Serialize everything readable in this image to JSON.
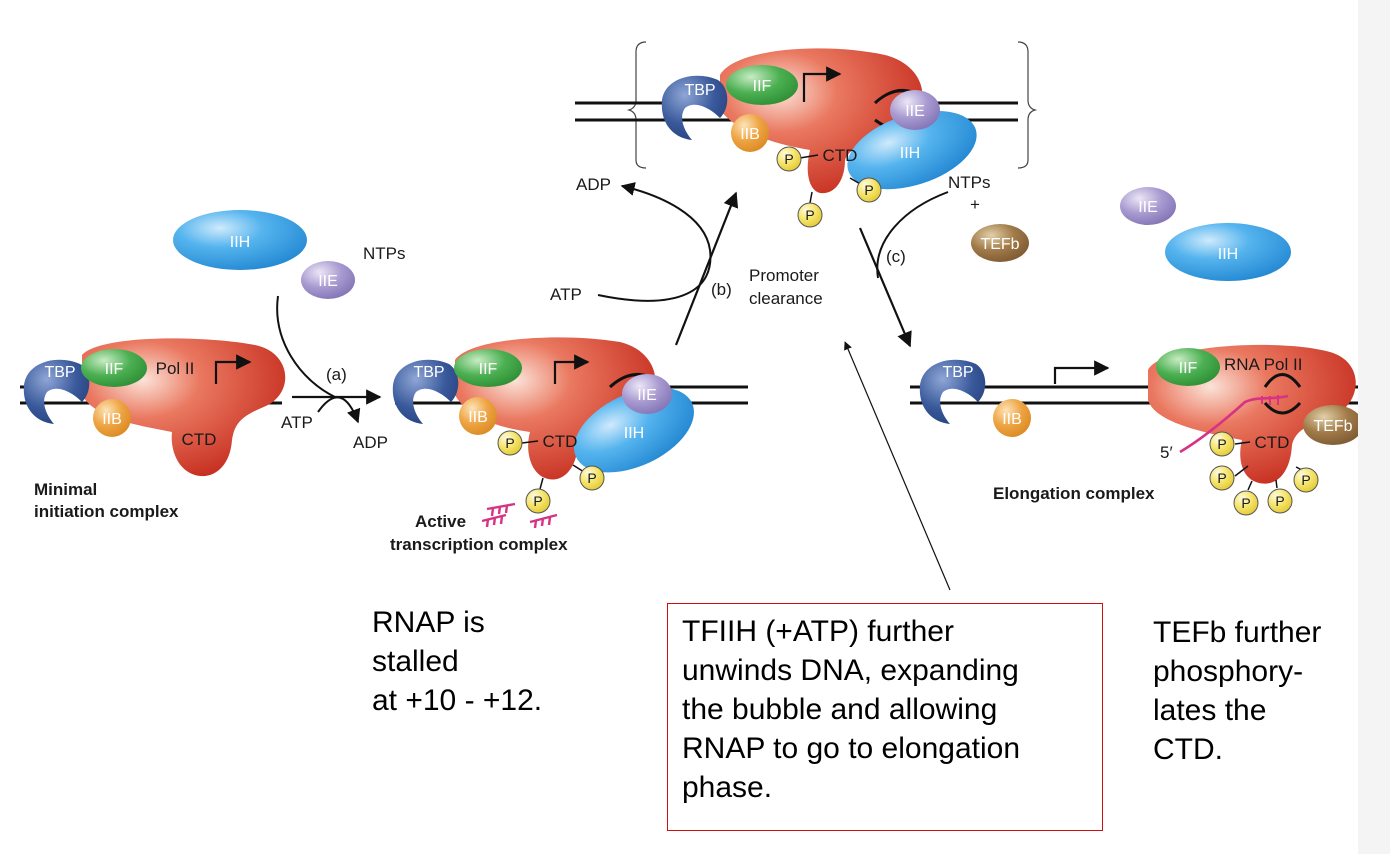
{
  "factors": {
    "tbp": "TBP",
    "tfiif": "IIF",
    "tfiib": "IIB",
    "tfiie": "IIE",
    "tfiih": "IIH",
    "tefb": "TEFb",
    "pol2": "Pol II",
    "rna_pol2": "RNA Pol II",
    "ctd": "CTD",
    "phosphate": "P"
  },
  "labels": {
    "ntps": "NTPs",
    "plus": "+",
    "atp": "ATP",
    "adp": "ADP",
    "step_a": "(a)",
    "step_b": "(b)",
    "step_c": "(c)",
    "promoter_line1": "Promoter",
    "promoter_line2": "clearance",
    "five_prime": "5′"
  },
  "complexes": {
    "minimal_line1": "Minimal",
    "minimal_line2": "initiation complex",
    "active_line1": "Active",
    "active_line2": "transcription complex",
    "elongation": "Elongation complex"
  },
  "notes": {
    "stalled": [
      "RNAP is",
      "stalled",
      "at +10 - +12."
    ],
    "tfiih": [
      "TFIIH (+ATP) further",
      "unwinds DNA, expanding",
      "the bubble and allowing",
      "RNAP to go to elongation",
      "phase."
    ],
    "tefb": [
      "TEFb further",
      "phosphory-",
      "lates the",
      "CTD."
    ]
  },
  "colors": {
    "tbp": "#2b4c8c",
    "tfiif": "#3aa043",
    "tfiib": "#e8a33c",
    "tfiie": "#9b8cc4",
    "tfiih": "#3a9ee0",
    "tefb": "#8a6a40",
    "polymerase": "#d23a2a",
    "phosphate": "#f3e04a",
    "rna": "#d63384",
    "note_border": "#d01010"
  }
}
